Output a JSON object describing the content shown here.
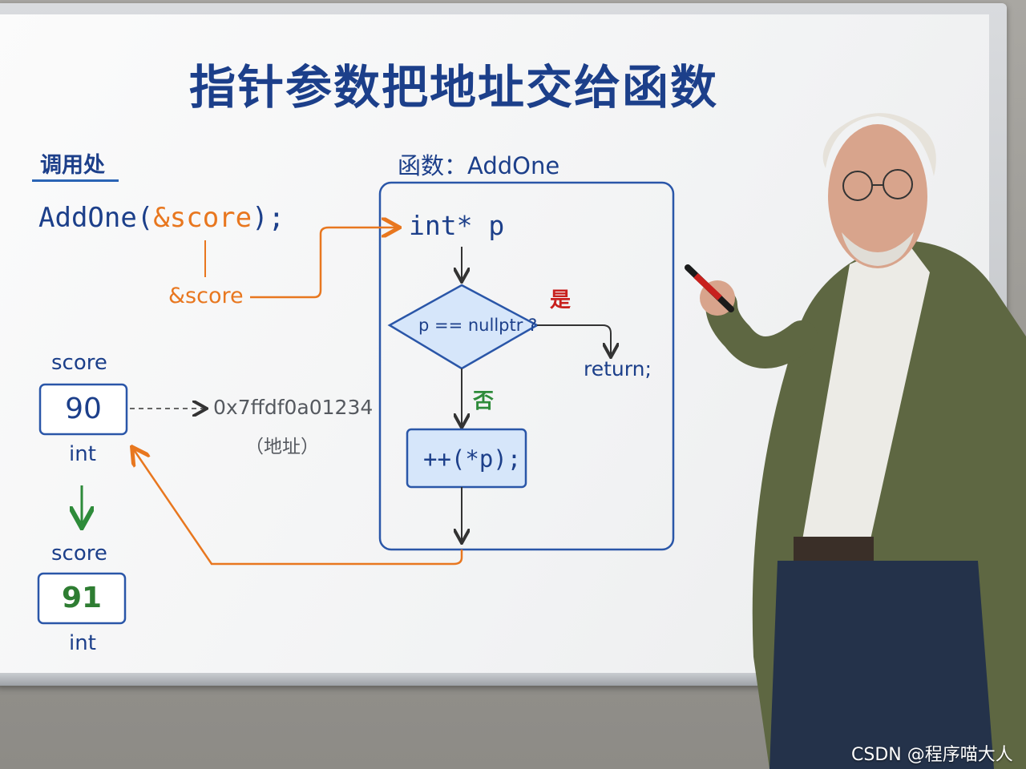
{
  "title": "指针参数把地址交给函数",
  "caller": {
    "heading": "调用处",
    "call_prefix": "AddOne(",
    "call_arg": "&score",
    "call_suffix": ");",
    "arg_label": "&score"
  },
  "function": {
    "heading": "函数：AddOne",
    "param": "int* p",
    "condition": "p == nullptr ?",
    "yes_label": "是",
    "no_label": "否",
    "return_stmt": "return;",
    "increment_stmt": "++(*p);"
  },
  "memory": {
    "before": {
      "name": "score",
      "value": "90",
      "type": "int"
    },
    "address": "0x7ffdf0a01234",
    "address_note": "（地址）",
    "after": {
      "name": "score",
      "value": "91",
      "type": "int"
    }
  },
  "watermark": "CSDN @程序喵大人",
  "colors": {
    "primary": "#1c3f8a",
    "accent_orange": "#e8771f",
    "yes_red": "#c8201d",
    "no_green": "#2e8b3a",
    "box_fill": "#d6e6fa"
  }
}
